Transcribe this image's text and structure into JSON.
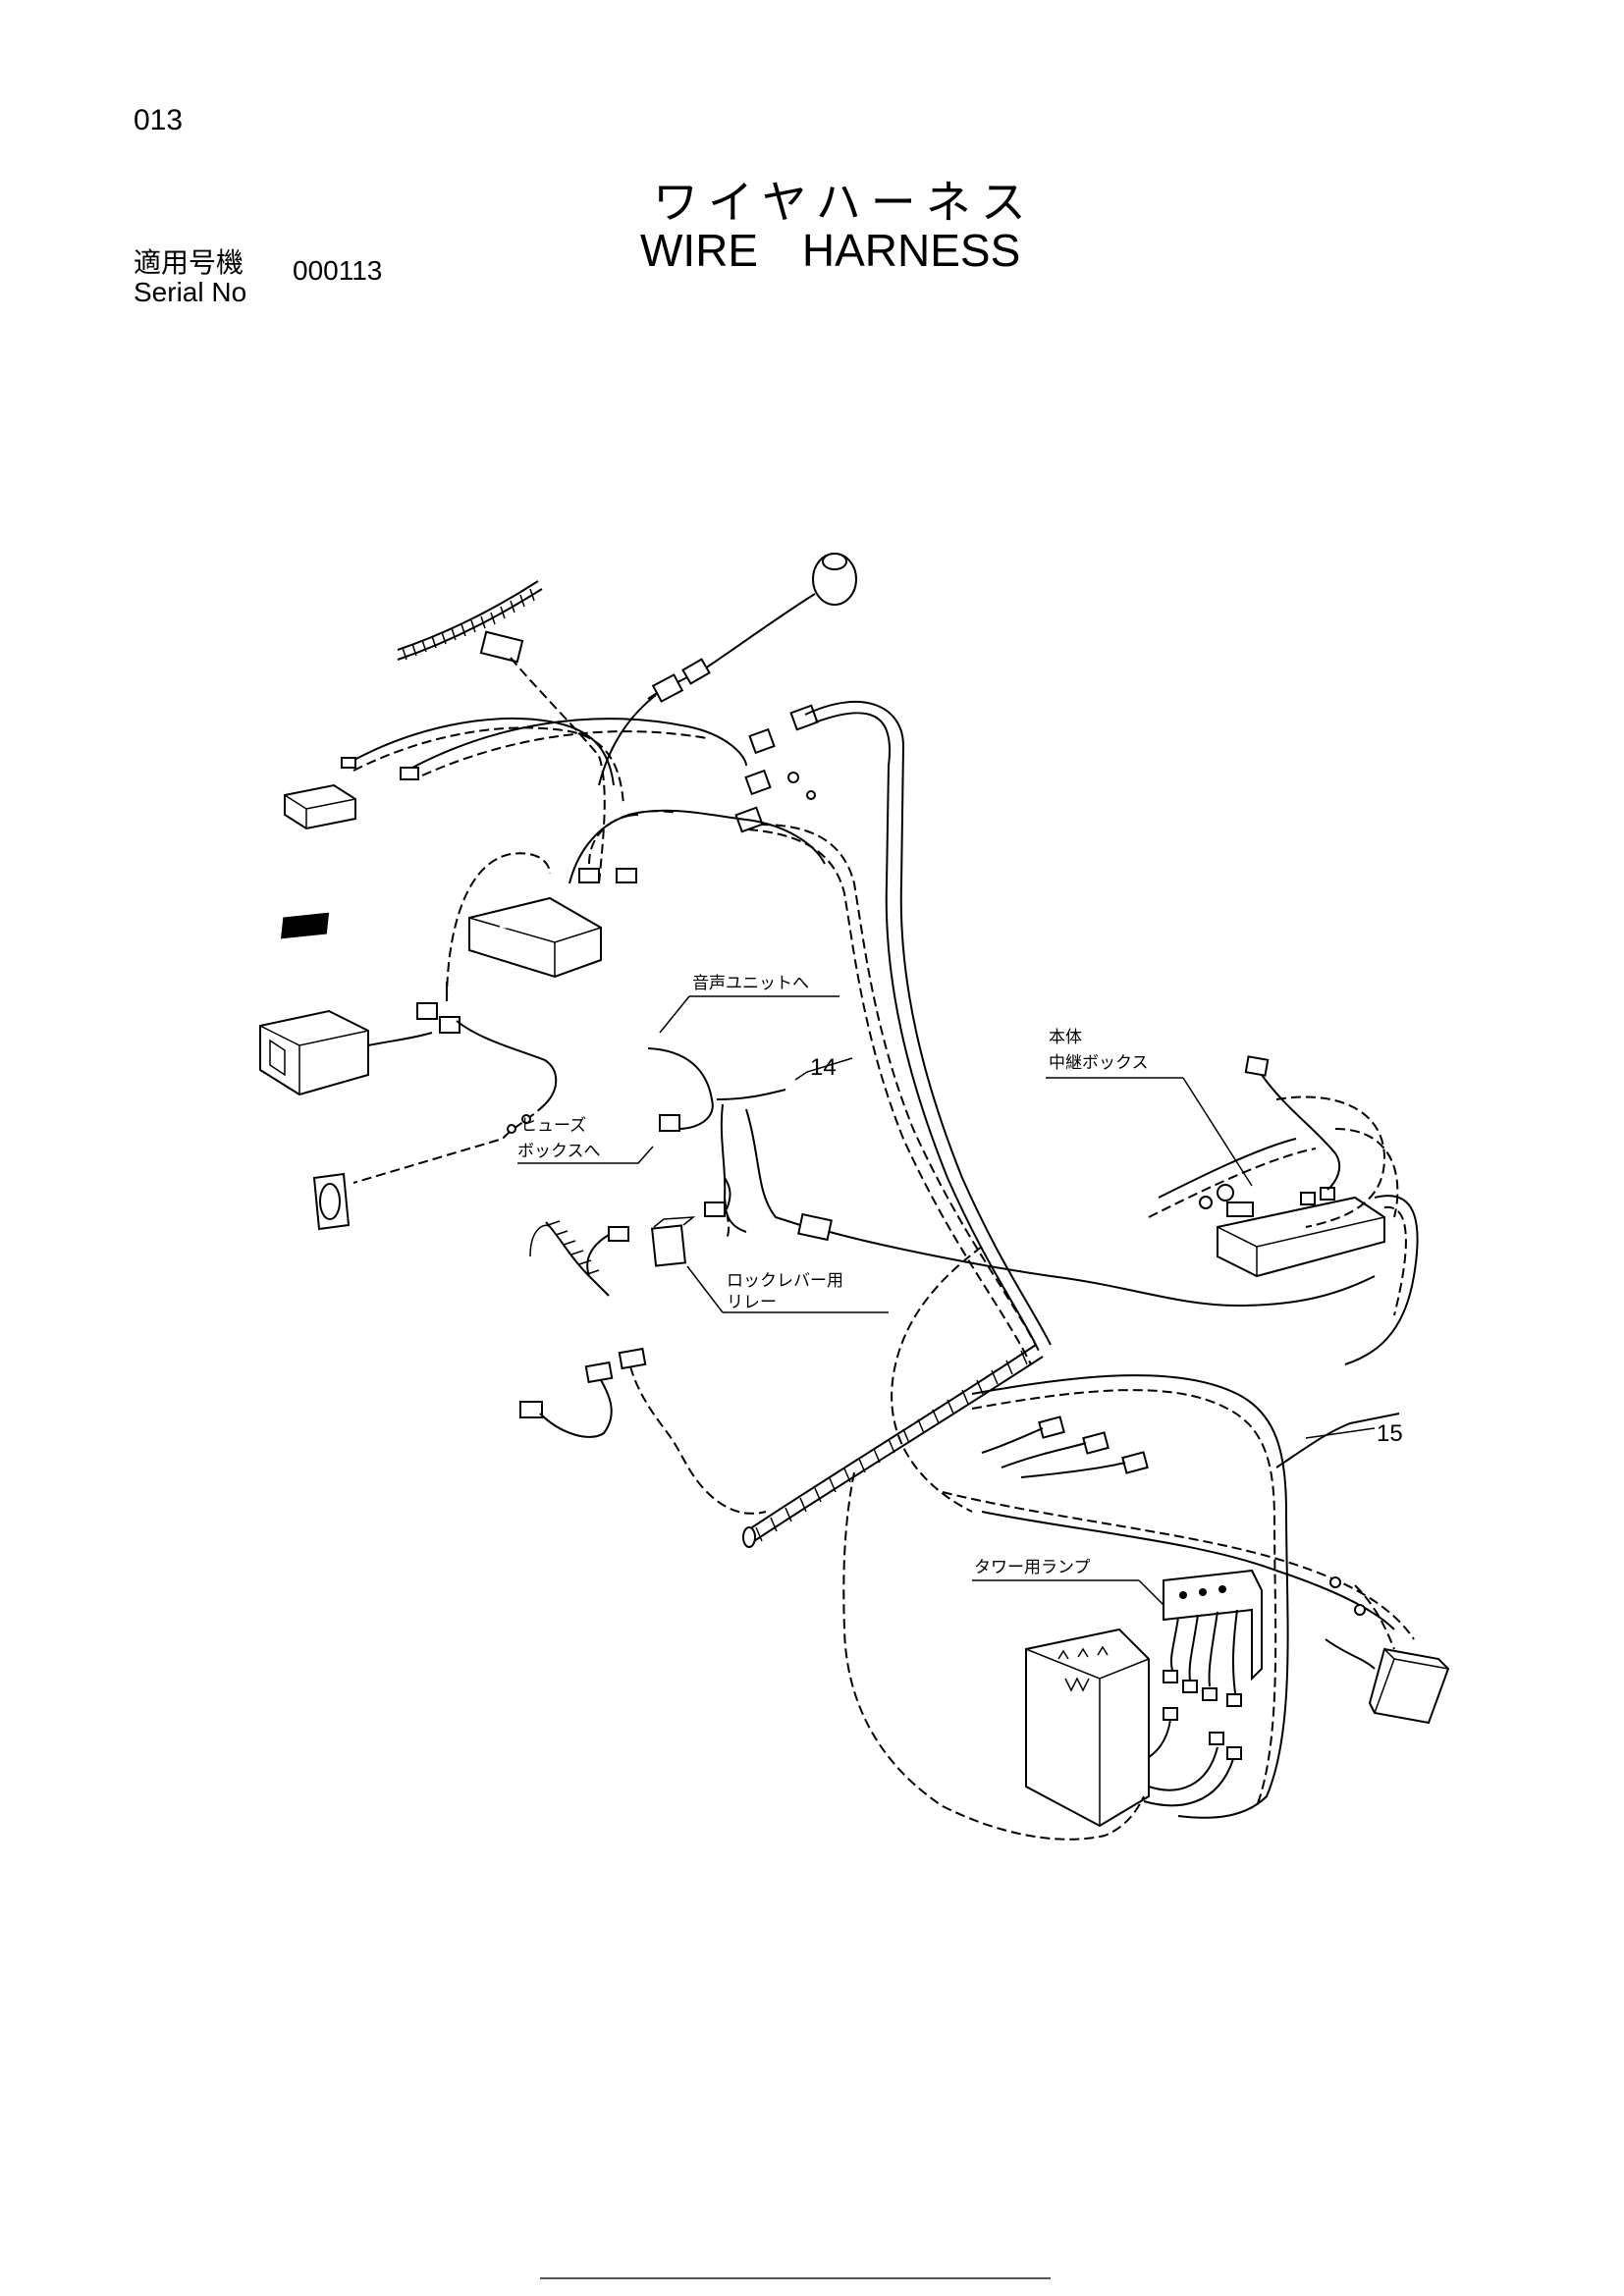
{
  "header": {
    "page_number": "013",
    "title_jp": "ワイヤハーネス",
    "title_en": "WIRE   HARNESS",
    "serial_label_jp": "適用号機",
    "serial_label_en": "Serial No",
    "serial_value": "000113"
  },
  "callouts": {
    "audio_unit": "音声ユニットへ",
    "fuse_box_line1": "ヒューズ",
    "fuse_box_line2": "ボックスへ",
    "lock_lever_relay_line1": "ロックレバー用",
    "lock_lever_relay_line2": "リレー",
    "body_relay_box_line1": "本体",
    "body_relay_box_line2": "中継ボックス",
    "tower_lamp": "タワー用ランプ",
    "part_14": "14",
    "part_15": "15"
  }
}
